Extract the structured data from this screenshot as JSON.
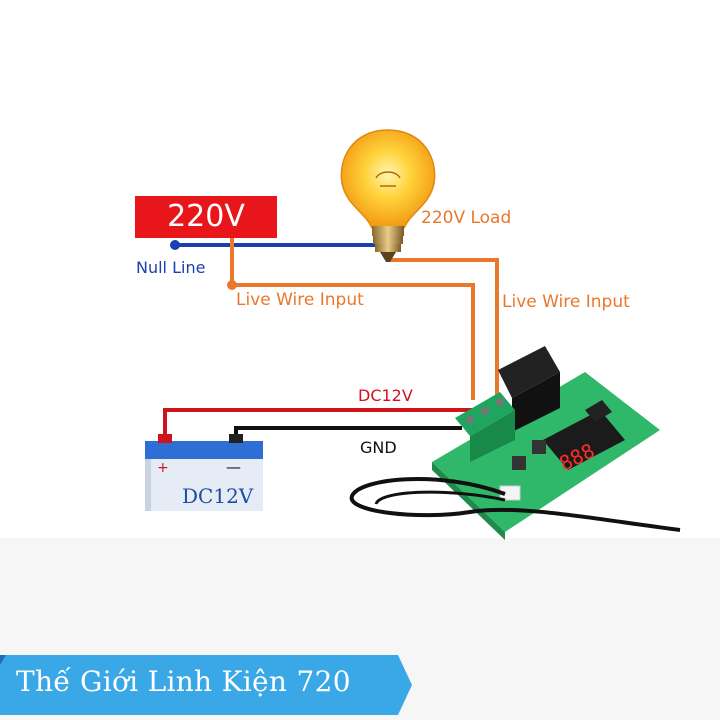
{
  "diagram": {
    "supply_label": "220V",
    "null_line_label": "Null Line",
    "live_wire_input_left": "Live Wire Input",
    "live_wire_input_right": "Live Wire Input",
    "load_label": "220V Load",
    "dc_wire_label": "DC12V",
    "gnd_label": "GND",
    "battery_plus": "+",
    "battery_minus": "—",
    "battery_label": "DC12V"
  },
  "banner": {
    "text": "Thế Giới Linh Kiện 720"
  },
  "colors": {
    "supply_red": "#e8161b",
    "null_blue": "#1a3fb0",
    "live_orange": "#e8782b",
    "dc_red": "#d0141b",
    "board_green": "#2fb86a",
    "banner_blue": "#3aa8e6"
  }
}
